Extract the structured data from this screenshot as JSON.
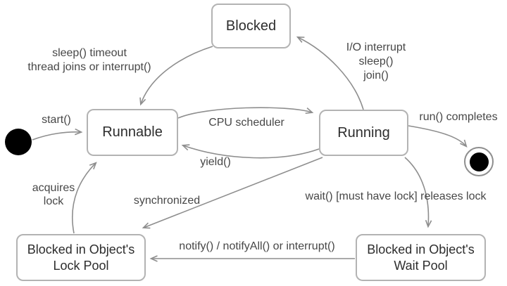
{
  "colors": {
    "background": "#ffffff",
    "line": "#8e8e8e",
    "box_border": "#b3b3b3",
    "box_text": "#2d2d2d",
    "label_text": "#474747",
    "dot_fill": "#000000"
  },
  "states": {
    "initial": {
      "type": "initial-dot"
    },
    "final": {
      "type": "final-dot"
    },
    "blocked": {
      "label": "Blocked"
    },
    "runnable": {
      "label": "Runnable"
    },
    "running": {
      "label": "Running"
    },
    "lock_pool": {
      "lines": [
        "Blocked in Object's",
        "Lock Pool"
      ]
    },
    "wait_pool": {
      "lines": [
        "Blocked in Object's",
        "Wait Pool"
      ]
    }
  },
  "transitions": {
    "start": {
      "label": "start()",
      "from": "initial",
      "to": "runnable"
    },
    "blocked_to_runnable": {
      "lines": [
        "sleep() timeout",
        "thread joins or interrupt()"
      ],
      "from": "blocked",
      "to": "runnable"
    },
    "running_to_blocked": {
      "lines": [
        "I/O interrupt",
        "sleep()",
        "join()"
      ],
      "from": "running",
      "to": "blocked"
    },
    "cpu_scheduler": {
      "label": "CPU scheduler",
      "from": "runnable",
      "to": "running"
    },
    "yield": {
      "label": "yield()",
      "from": "running",
      "to": "runnable"
    },
    "run_completes": {
      "label": "run() completes",
      "from": "running",
      "to": "final"
    },
    "synchronized": {
      "label": "synchronized",
      "from": "running",
      "to": "lock_pool"
    },
    "wait": {
      "label": "wait() [must have lock] releases lock",
      "from": "running",
      "to": "wait_pool"
    },
    "notify": {
      "label": "notify() / notifyAll() or interrupt()",
      "from": "wait_pool",
      "to": "lock_pool"
    },
    "acquires_lock": {
      "lines": [
        "acquires",
        "lock"
      ],
      "from": "lock_pool",
      "to": "runnable"
    }
  }
}
